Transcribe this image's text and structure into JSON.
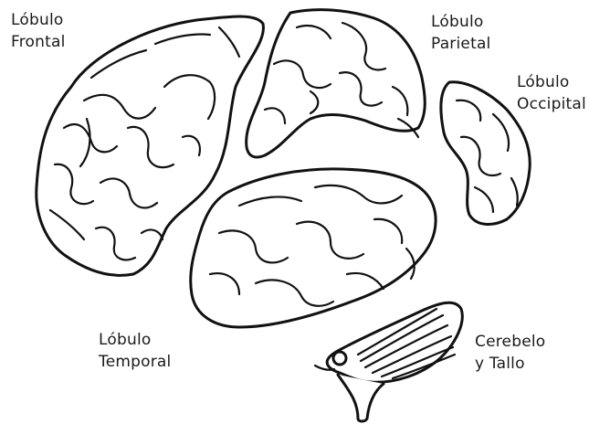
{
  "labels": {
    "frontal": {
      "line1": "Lóbulo",
      "line2": "Frontal"
    },
    "parietal": {
      "line1": "Lóbulo",
      "line2": "Parietal"
    },
    "occipital": {
      "line1": "Lóbulo",
      "line2": "Occipital"
    },
    "temporal": {
      "line1": "Lóbulo",
      "line2": "Temporal"
    },
    "cerebelo": {
      "line1": "Cerebelo",
      "line2": "y Tallo"
    }
  },
  "colors": {
    "outline": "#111111",
    "text": "#1a1a1a",
    "background": "#ffffff"
  }
}
